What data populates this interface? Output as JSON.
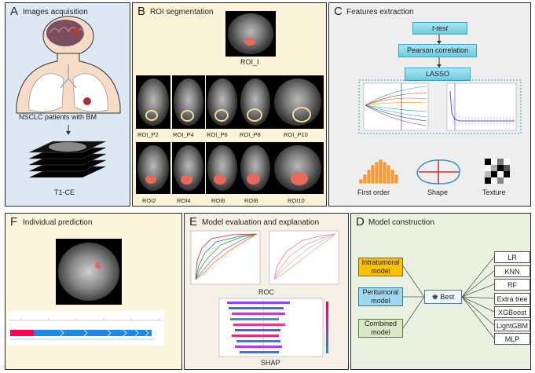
{
  "panels": {
    "a": {
      "letter": "A",
      "title": "Images acquisition",
      "patients": "NSCLC patients with BM",
      "modality": "T1-CE"
    },
    "b": {
      "letter": "B",
      "title": "ROI segmentation",
      "roi_top": "ROI_I",
      "peri_rois": [
        "ROI_P2",
        "ROI_P4",
        "ROI_P6",
        "ROI_P8",
        "ROI_P10"
      ],
      "rois": [
        "ROI2",
        "ROI4",
        "ROI6",
        "ROI8",
        "ROI10"
      ]
    },
    "c": {
      "letter": "C",
      "title": "Features extraction",
      "steps": [
        "t-test",
        "Pearson correlation",
        "LASSO"
      ],
      "features": [
        "First order",
        "Shape",
        "Texture"
      ]
    },
    "f": {
      "letter": "F",
      "title": "Individual prediction"
    },
    "e": {
      "letter": "E",
      "title": "Model evaluation and explanation",
      "roc": "ROC",
      "shap": "SHAP"
    },
    "d": {
      "letter": "D",
      "title": "Model construction",
      "models": [
        "Intratumoral model",
        "Peritumoral model",
        "Combined model"
      ],
      "best": "Best",
      "algorithms": [
        "LR",
        "KNN",
        "RF",
        "Extra tree",
        "XGBoost",
        "LightGBM",
        "MLP"
      ]
    }
  },
  "colors": {
    "panel_a": "#dde8f4",
    "panel_b": "#fbf3d8",
    "panel_c": "#eeeeee",
    "panel_f": "#fbf6dc",
    "panel_e": "#f5f0e6",
    "panel_d": "#eaf1e0",
    "cyan": "#8fd9ea",
    "orange": "#f39a3d",
    "intra": "#ffc000",
    "peri": "#9fd9ef",
    "combined": "#d9e8c7"
  }
}
